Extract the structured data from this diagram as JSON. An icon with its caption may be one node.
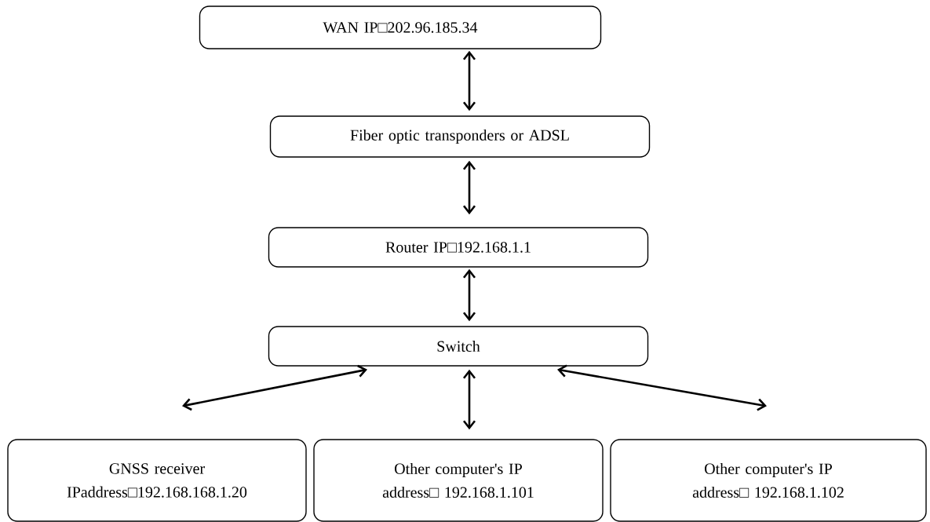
{
  "diagram": {
    "nodes": [
      {
        "text": [
          "WAN IP□202.96.185.34"
        ]
      },
      {
        "text": [
          "Fiber optic transponders or ADSL"
        ]
      },
      {
        "text": [
          "Router IP□192.168.1.1"
        ]
      },
      {
        "text": [
          "Switch"
        ]
      },
      {
        "text": [
          "GNSS receiver IPaddress□192.168.168.1.20"
        ]
      },
      {
        "text": [
          "Other computer's IP address□ 192.168.1.101"
        ]
      },
      {
        "text": [
          "Other computer's IP address□ 192.168.1.102"
        ]
      }
    ],
    "edges": [
      {
        "from": 0,
        "to": 1,
        "arrow": "both"
      },
      {
        "from": 1,
        "to": 2,
        "arrow": "both"
      },
      {
        "from": 2,
        "to": 3,
        "arrow": "both"
      },
      {
        "from": 3,
        "to": 4,
        "arrow": "both"
      },
      {
        "from": 3,
        "to": 5,
        "arrow": "both"
      },
      {
        "from": 3,
        "to": 6,
        "arrow": "both"
      }
    ]
  }
}
